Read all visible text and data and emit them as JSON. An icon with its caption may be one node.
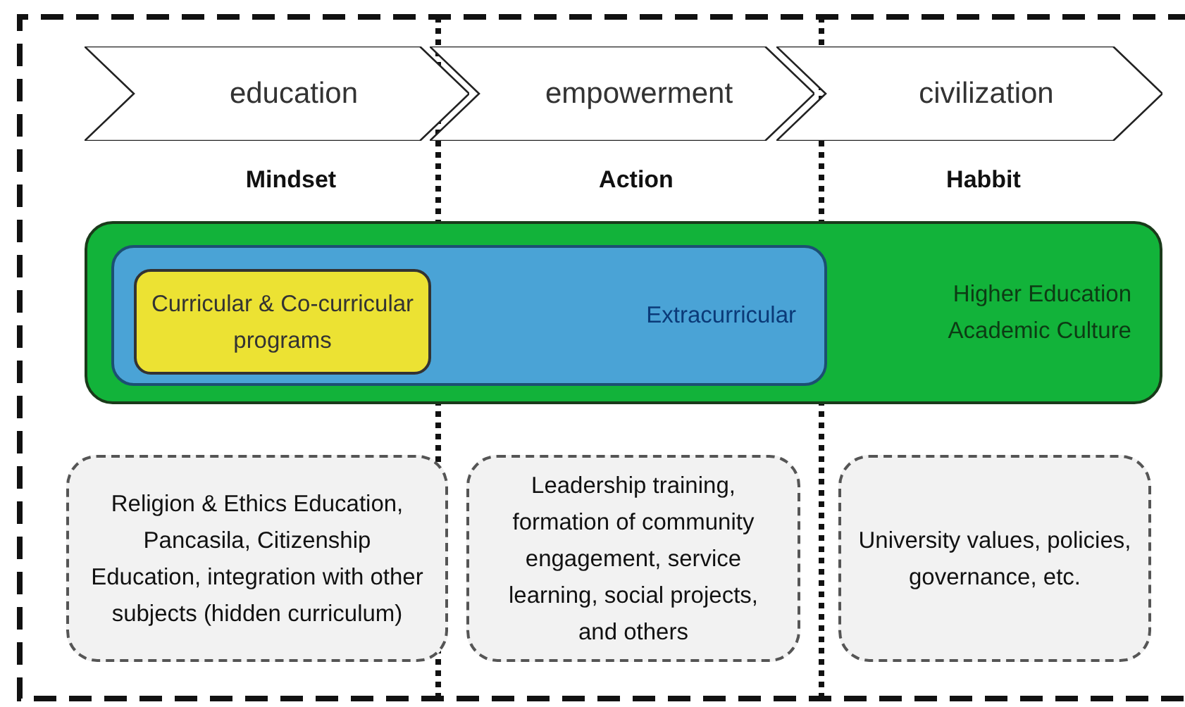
{
  "diagram": {
    "nodes": [
      {
        "text": [
          "education"
        ],
        "beside": [
          "Mindset"
        ]
      },
      {
        "text": [
          "empowerment"
        ],
        "beside": [
          "Action"
        ]
      },
      {
        "text": [
          "civilization"
        ],
        "beside": [
          "Habbit"
        ]
      },
      {
        "text": [
          "Higher Education Academic Culture"
        ]
      },
      {
        "text": [
          "Extracurricular"
        ],
        "in": 3
      },
      {
        "text": [
          "Curricular & Co-curricular programs"
        ],
        "in": 4
      },
      {
        "text": [
          "Religion & Ethics Education, Pancasila, Citizenship Education, integration with other subjects (hidden curriculum)"
        ]
      },
      {
        "text": [
          "Leadership training, formation of community engagement, service learning, social projects, and others"
        ]
      },
      {
        "text": [
          "University values, policies, governance, etc."
        ]
      }
    ],
    "edges": []
  }
}
